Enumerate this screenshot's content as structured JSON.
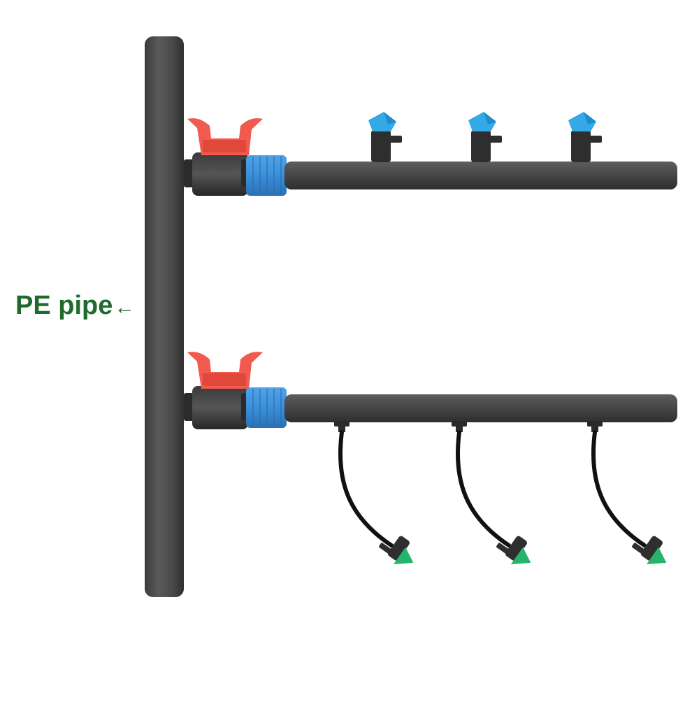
{
  "label": {
    "text": "PE pipe",
    "arrow": "←"
  },
  "colors": {
    "pipe": "#4a4a4a",
    "valve_handle": "#f05a4f",
    "coupling": "#3b8fd9",
    "sprayer_cap_top": "#33a9e8",
    "dripper_cap": "#26b36b",
    "label_text": "#1f6b2e",
    "tube": "#111111"
  },
  "icons": {
    "main_pipe": "vertical-pe-pipe",
    "branch_pipe": "horizontal-branch-pipe",
    "valve": "red-ball-valve-icon",
    "coupling": "blue-coupling-icon",
    "top_emitter": "blue-mini-sprayer-icon",
    "bottom_emitter": "green-arrow-dripper-icon"
  }
}
